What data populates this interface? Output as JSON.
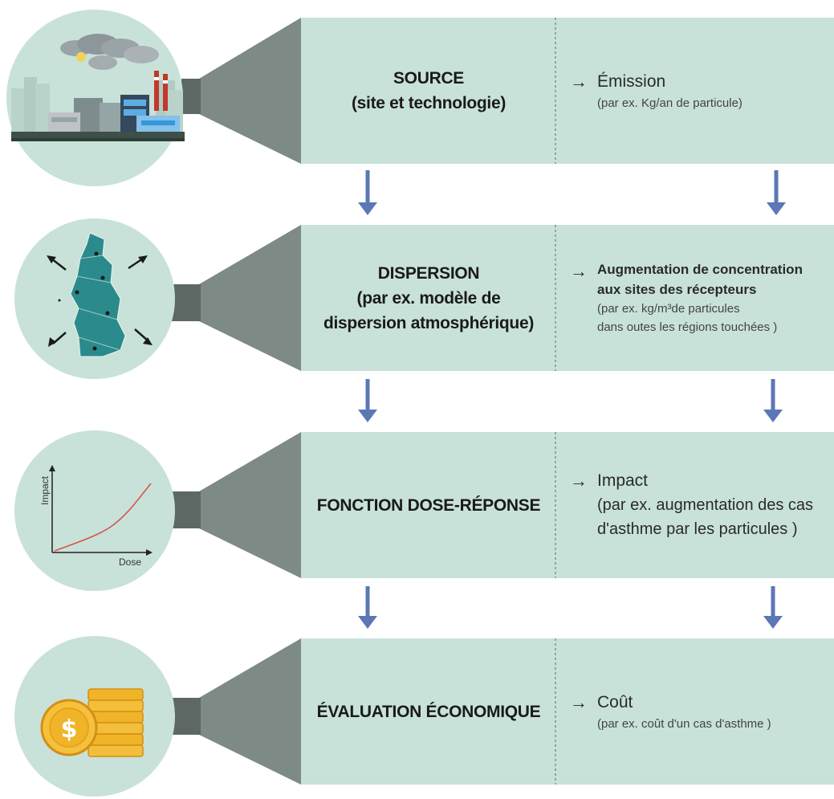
{
  "stages": [
    {
      "title_lines": [
        "SOURCE",
        "(site et technologie)"
      ],
      "result_title": "Émission",
      "result_detail_lines": [
        "(par ex. Kg/an de particule)"
      ],
      "icon": "factory-icon"
    },
    {
      "title_lines": [
        "DISPERSION",
        "(par ex. modèle de",
        "dispersion atmosphérique)"
      ],
      "result_title_lines": [
        "Augmentation de concentration",
        "aux sites des récepteurs"
      ],
      "result_detail_lines": [
        "(par ex. kg/m³de particules",
        "dans outes les régions touchées )"
      ],
      "icon": "map-dispersion-icon"
    },
    {
      "title_lines": [
        "FONCTION DOSE-RÉPONSE"
      ],
      "result_title": "Impact",
      "result_detail_lines": [
        "(par ex. augmentation des cas",
        "d'asthme par les particules )"
      ],
      "icon": "dose-response-chart-icon",
      "chart_axis_labels": {
        "y": "Impact",
        "x": "Dose"
      }
    },
    {
      "title_lines": [
        "ÉVALUATION ÉCONOMIQUE"
      ],
      "result_title": "Coût",
      "result_detail_lines": [
        "(par ex. coût  d'un cas d'asthme )"
      ],
      "icon": "coins-icon"
    }
  ],
  "arrow_symbol": "→",
  "colors": {
    "panel": "#c8e2d9",
    "circle": "#c8e2d9",
    "funnel": "#7d8a86",
    "funnel_dark": "#5d6865",
    "down_arrow": "#5b77b5"
  }
}
